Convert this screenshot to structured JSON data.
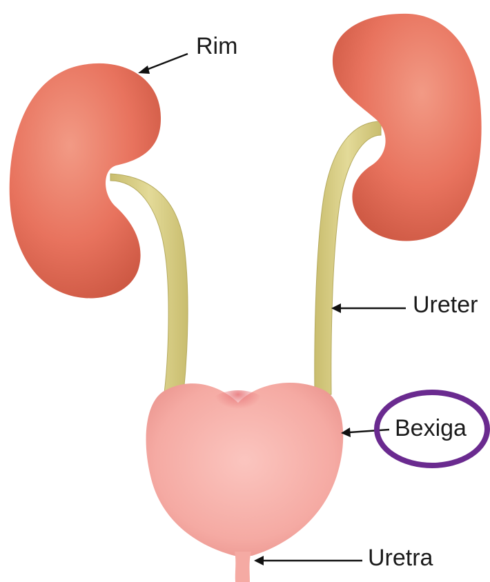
{
  "labels": {
    "rim": "Rim",
    "ureter": "Ureter",
    "bexiga": "Bexiga",
    "uretra": "Uretra"
  },
  "colors": {
    "kidney": "#e8735e",
    "kidney_shadow": "#c9543f",
    "ureter": "#ddd38e",
    "bladder": "#f7b4ad",
    "bladder_dark": "#e98a85",
    "highlight_circle": "#6a2a8f",
    "arrow": "#111111"
  }
}
